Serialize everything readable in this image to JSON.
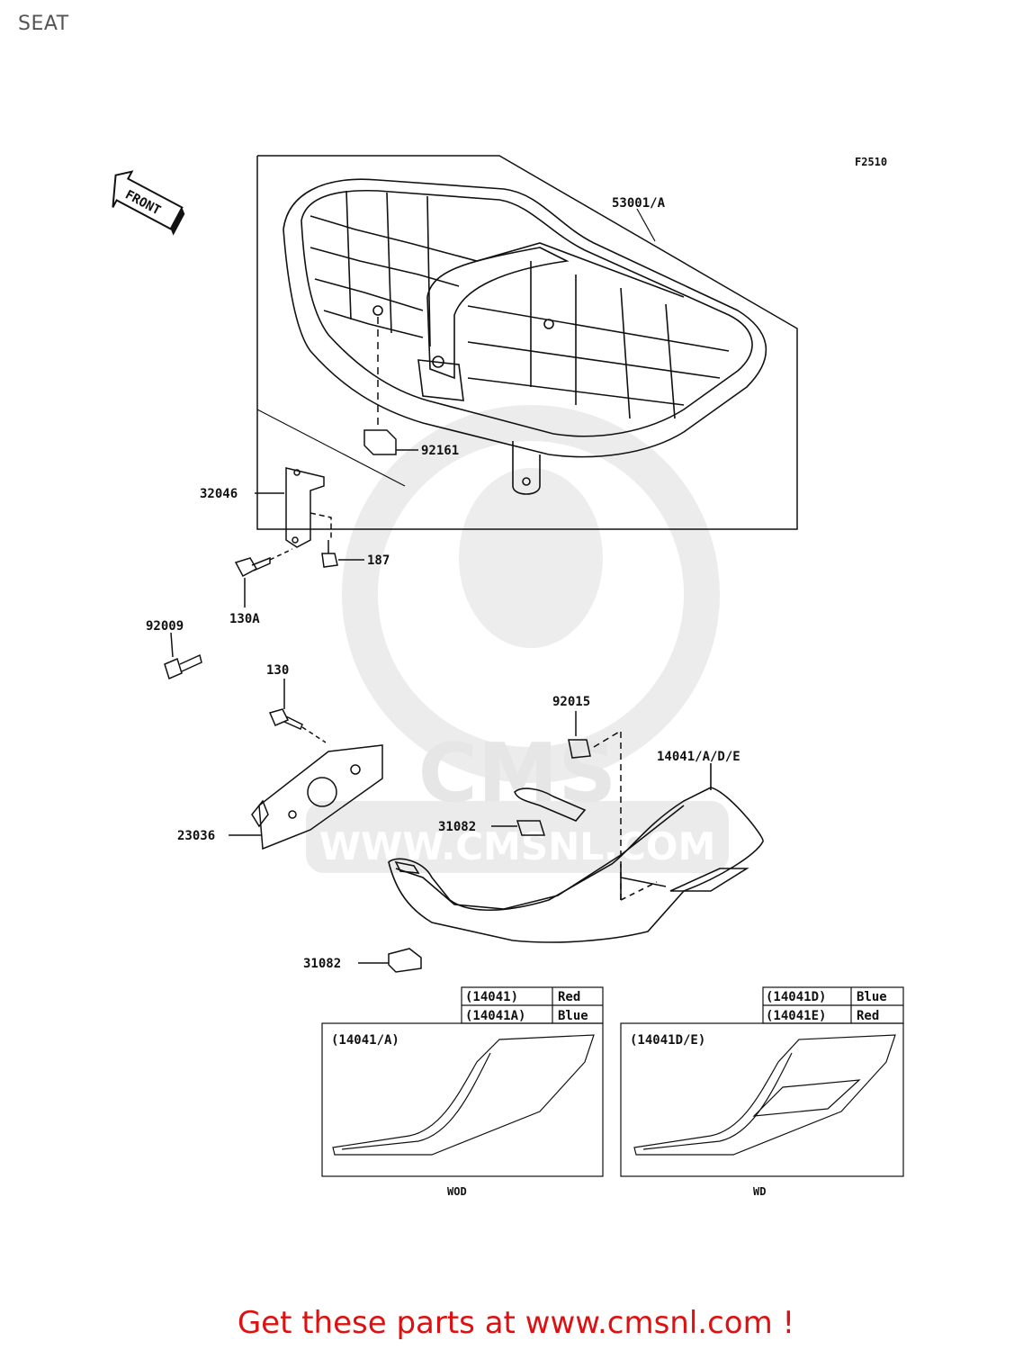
{
  "title": "SEAT",
  "figure_code": "F2510",
  "front_arrow_label": "FRONT",
  "watermark": {
    "brand": "CMS",
    "url": "WWW.CMSNL.COM"
  },
  "parts": {
    "p53001": "53001/A",
    "p92161": "92161",
    "p32046": "32046",
    "p187": "187",
    "p130A": "130A",
    "p92009": "92009",
    "p130": "130",
    "p92015": "92015",
    "p14041": "14041/A/D/E",
    "p31082a": "31082",
    "p23036": "23036",
    "p31082b": "31082"
  },
  "color_tables": {
    "left": {
      "rows": [
        {
          "part": "(14041)",
          "color": "Red"
        },
        {
          "part": "(14041A)",
          "color": "Blue"
        }
      ],
      "panel_label": "(14041/A)",
      "caption": "WOD"
    },
    "right": {
      "rows": [
        {
          "part": "(14041D)",
          "color": "Blue"
        },
        {
          "part": "(14041E)",
          "color": "Red"
        }
      ],
      "panel_label": "(14041D/E)",
      "caption": "WD"
    }
  },
  "footer": {
    "text": "Get these parts at www.cmsnl.com !"
  },
  "colors": {
    "footer": "#dd1111",
    "line": "#111111",
    "watermark": "#e6e6e6"
  }
}
